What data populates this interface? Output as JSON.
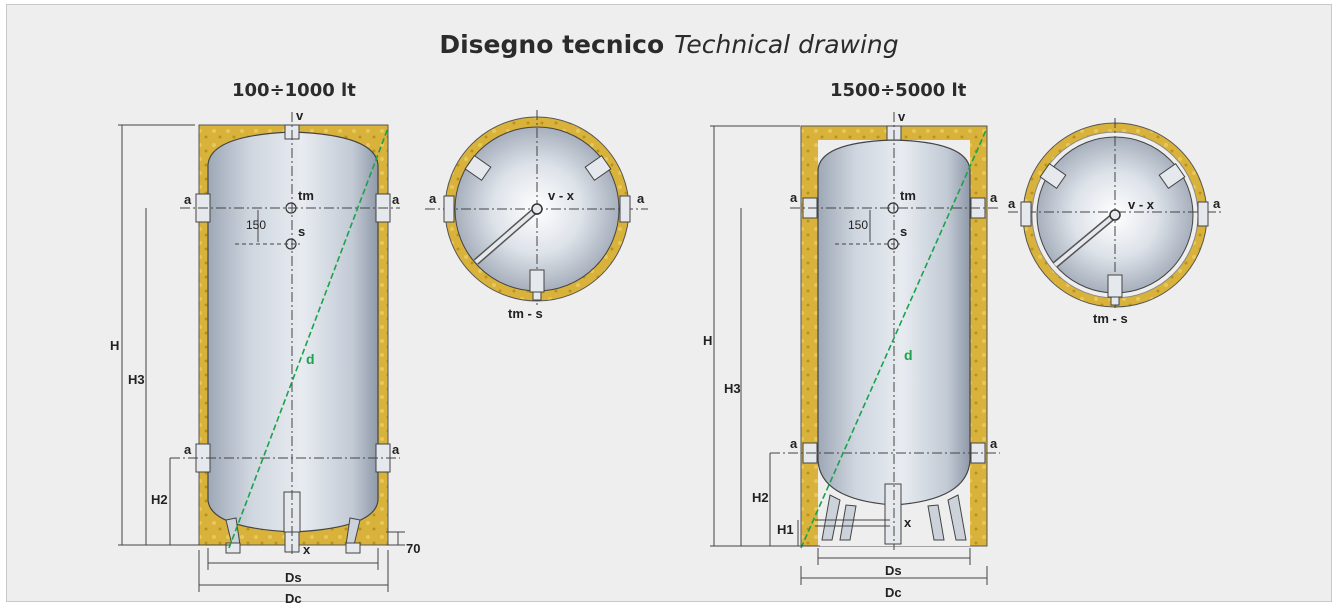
{
  "title": {
    "main": "Disegno tecnico",
    "italic": "Technical drawing"
  },
  "small_model": {
    "range": "100÷1000 lt",
    "labels": {
      "v": "v",
      "tm": "tm",
      "s": "s",
      "a": "a",
      "d": "d",
      "x": "x",
      "h": "H",
      "h3": "H3",
      "h2": "H2",
      "gap": "150",
      "seventy": "70",
      "ds": "Ds",
      "dc": "Dc"
    },
    "top_view": {
      "center": "v - x",
      "bottom": "tm - s",
      "a": "a"
    }
  },
  "large_model": {
    "range": "1500÷5000 lt",
    "labels": {
      "v": "v",
      "tm": "tm",
      "s": "s",
      "a": "a",
      "d": "d",
      "x": "x",
      "h": "H",
      "h3": "H3",
      "h2": "H2",
      "h1": "H1",
      "gap": "150",
      "ds": "Ds",
      "dc": "Dc"
    },
    "top_view": {
      "center": "v - x",
      "bottom": "tm - s",
      "a": "a"
    }
  },
  "colors": {
    "insulation": "#d8b23a",
    "insulation_dark": "#b8921e",
    "tank": "#c9d1dc",
    "diagonal": "#1aa34a",
    "background": "#eeeeee"
  }
}
